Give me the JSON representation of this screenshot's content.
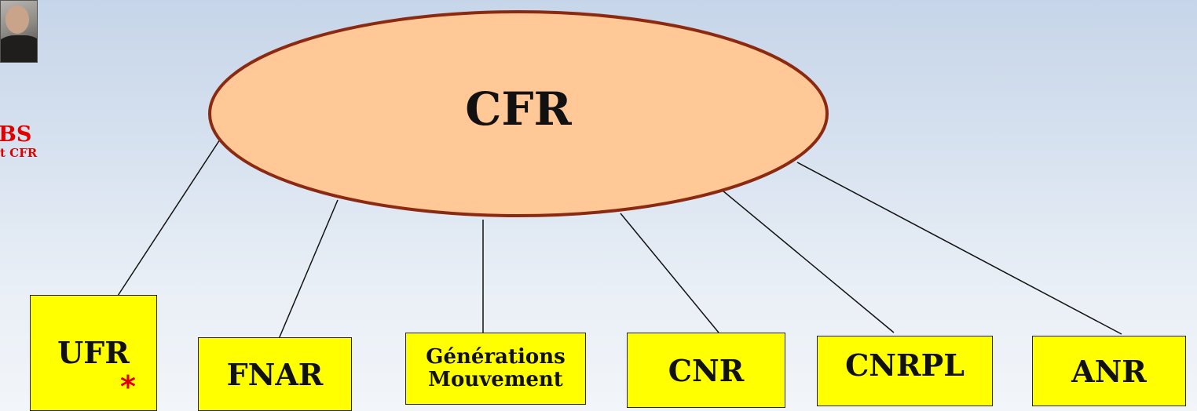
{
  "presenter": {
    "name_fragment": "BS",
    "role_fragment": "t CFR"
  },
  "center": {
    "label": "CFR"
  },
  "members": [
    {
      "label": "UFR",
      "marker": "*"
    },
    {
      "label": "FNAR"
    },
    {
      "label_line1": "Générations",
      "label_line2": "Mouvement"
    },
    {
      "label": "CNR"
    },
    {
      "label": "CNRPL"
    },
    {
      "label": "ANR"
    }
  ],
  "colors": {
    "ellipse_fill": "#ffc896",
    "ellipse_stroke": "#8b2a10",
    "box_fill": "#ffff00",
    "accent_red": "#e00000"
  }
}
